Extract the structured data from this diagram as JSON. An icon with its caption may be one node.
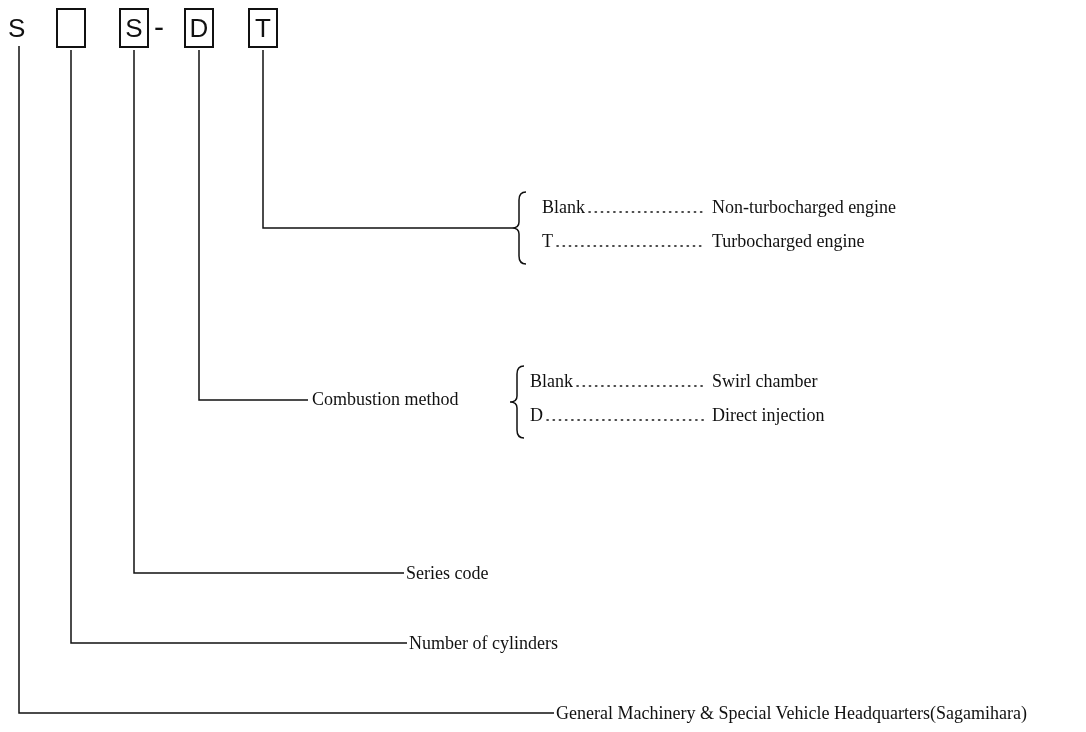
{
  "diagram": {
    "nodes": [
      {
        "text": [
          "S"
        ]
      },
      {
        "text": [],
        "shape": "box"
      },
      {
        "text": [
          "S"
        ]
      },
      {
        "text": [
          "D"
        ]
      },
      {
        "text": [
          "T"
        ]
      },
      {
        "text": [
          "Blank",
          "Non-turbocharged engine",
          "T",
          "Turbocharged engine"
        ]
      },
      {
        "text": [
          "Combustion method",
          "Blank",
          "Swirl chamber",
          "D",
          "Direct injection"
        ]
      },
      {
        "text": [
          "Series code"
        ]
      },
      {
        "text": [
          "Number of cylinders"
        ]
      },
      {
        "text": [
          "General Machinery & Special Vehicle Headquarters(Sagamihara)"
        ]
      }
    ],
    "edges": [
      {
        "from": 4,
        "to": 5,
        "arrow": "none"
      },
      {
        "from": 3,
        "to": 6,
        "arrow": "none"
      },
      {
        "from": 2,
        "to": 7,
        "arrow": "none"
      },
      {
        "from": 1,
        "to": 8,
        "arrow": "none"
      },
      {
        "from": 0,
        "to": 9,
        "arrow": "none"
      }
    ],
    "labels": [
      "-"
    ]
  }
}
